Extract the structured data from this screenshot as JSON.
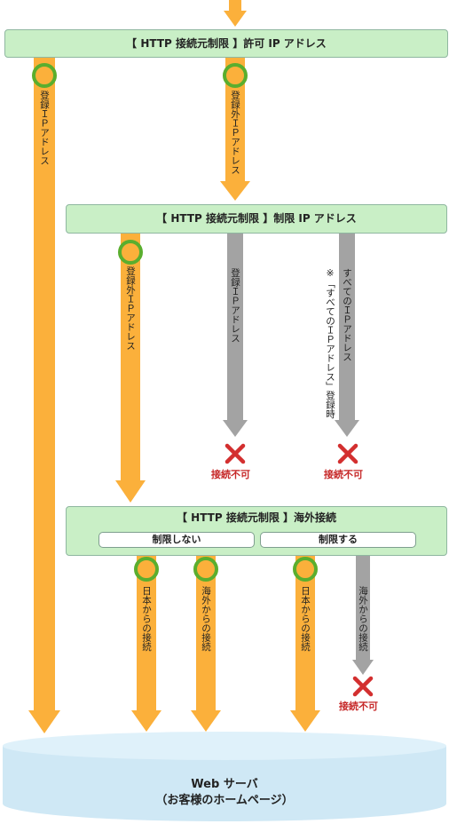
{
  "boxes": {
    "allow": {
      "title": "【 HTTP 接続元制限 】許可 IP アドレス"
    },
    "restrict": {
      "title": "【 HTTP 接続元制限 】制限 IP アドレス"
    },
    "overseas": {
      "title": "【 HTTP 接続元制限 】海外接続",
      "no_restrict_label": "制限しない",
      "restrict_label": "制限する"
    }
  },
  "labels": {
    "registered_ip": "登録ＩＰアドレス",
    "non_registered_ip": "登録外ＩＰアドレス",
    "non_registered_ip_2": "登録外ＩＰアドレス",
    "registered_ip_denied": "登録ＩＰアドレス",
    "all_ip": "すべてのＩＰアドレス",
    "all_ip_note": "※「すべてのＩＰアドレス」登録時",
    "from_japan_1": "日本からの接続",
    "from_overseas_1": "海外からの接続",
    "from_japan_2": "日本からの接続",
    "from_overseas_denied": "海外からの接続"
  },
  "results": {
    "denied_1": "接続不可",
    "denied_2": "接続不可",
    "denied_3": "接続不可"
  },
  "server": {
    "line1": "Web サーバ",
    "line2": "（お客様のホームページ）"
  },
  "colors": {
    "allow_arrow": "#fbb03b",
    "deny_arrow": "#a3a3a3",
    "box_fill": "#c9efc6",
    "ok_ring": "#5aae2e",
    "deny_mark": "#d32f2f",
    "server_fill": "#cfe8f5"
  }
}
